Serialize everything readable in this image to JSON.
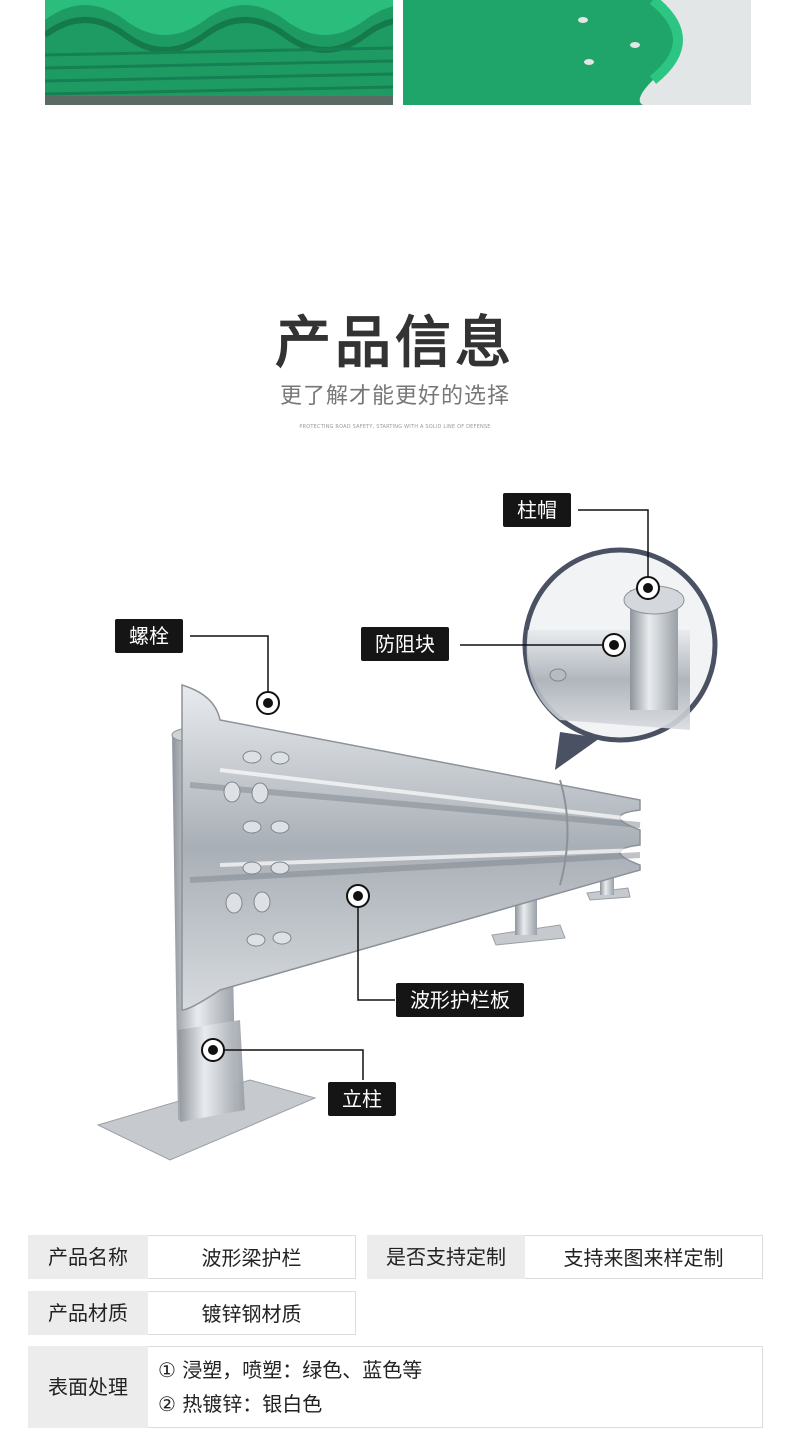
{
  "header": {
    "title": "产品信息",
    "subtitle": "更了解才能更好的选择",
    "tagline": "PROTECTING ROAD SAFETY, STARTING WITH A SOLID LINE OF DEFENSE"
  },
  "callouts": {
    "post_cap": "柱帽",
    "bolt": "螺栓",
    "block": "防阻块",
    "beam": "波形护栏板",
    "post": "立柱"
  },
  "specs": {
    "name_label": "产品名称",
    "name_value": "波形梁护栏",
    "custom_label": "是否支持定制",
    "custom_value": "支持来图来样定制",
    "material_label": "产品材质",
    "material_value": "镀锌钢材质",
    "surface_label": "表面处理",
    "surface_items": [
      "① 浸塑，喷塑：绿色、蓝色等",
      "② 热镀锌：银白色"
    ]
  },
  "colors": {
    "accent_green": "#22a86b",
    "callout_bg": "#151515",
    "steel": "#b9bec4"
  }
}
